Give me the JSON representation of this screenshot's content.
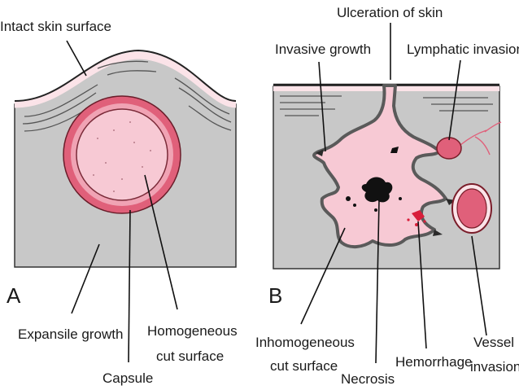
{
  "panel_a": {
    "letter": "A",
    "labels": {
      "intact_skin": "Intact skin surface",
      "expansile": "Expansile growth",
      "capsule": "Capsule",
      "homog_line1": "Homogeneous",
      "homog_line2": "cut surface"
    }
  },
  "panel_b": {
    "letter": "B",
    "labels": {
      "ulceration": "Ulceration of skin",
      "invasive": "Invasive growth",
      "lymphatic": "Lymphatic invasion",
      "inhomog_line1": "Inhomogeneous",
      "inhomog_line2": "cut surface",
      "necrosis": "Necrosis",
      "hemorrhage": "Hemorrhage",
      "vessel_line1": "Vessel",
      "vessel_line2": "invasion"
    }
  },
  "colors": {
    "tissue": "#c8c8c8",
    "tumor": "#f7c9d4",
    "capsule": "#e0607a",
    "skin": "#fbe3e8",
    "necrosis": "#111111",
    "hemorrhage": "#d81e3a"
  }
}
